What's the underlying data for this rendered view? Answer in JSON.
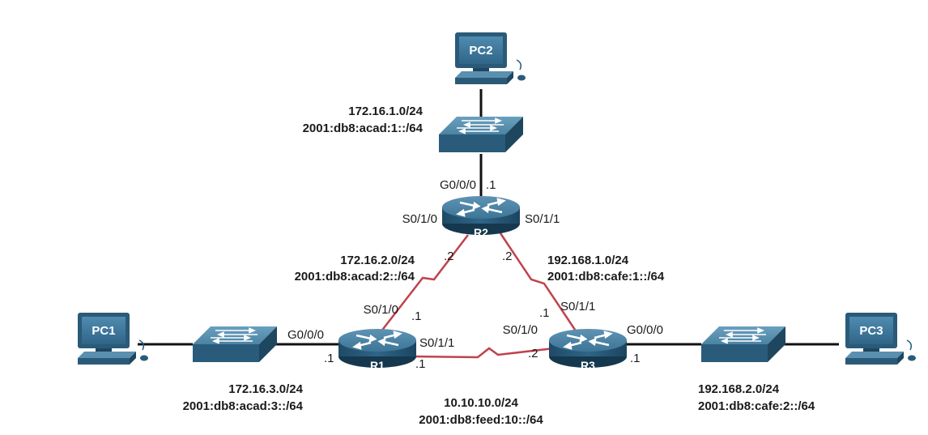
{
  "devices": {
    "pc1": "PC1",
    "pc2": "PC2",
    "pc3": "PC3",
    "r1": "R1",
    "r2": "R2",
    "r3": "R3"
  },
  "networks": {
    "pc2_lan": {
      "ipv4": "172.16.1.0/24",
      "ipv6": "2001:db8:acad:1::/64"
    },
    "r1_r2": {
      "ipv4": "172.16.2.0/24",
      "ipv6": "2001:db8:acad:2::/64"
    },
    "r2_r3": {
      "ipv4": "192.168.1.0/24",
      "ipv6": "2001:db8:cafe:1::/64"
    },
    "pc1_lan": {
      "ipv4": "172.16.3.0/24",
      "ipv6": "2001:db8:acad:3::/64"
    },
    "r1_r3": {
      "ipv4": "10.10.10.0/24",
      "ipv6": "2001:db8:feed:10::/64"
    },
    "pc3_lan": {
      "ipv4": "192.168.2.0/24",
      "ipv6": "2001:db8:cafe:2::/64"
    }
  },
  "interfaces": {
    "r2_g000": "G0/0/0",
    "r2_g000_host": ".1",
    "r2_s010": "S0/1/0",
    "r2_s011": "S0/1/1",
    "r2_s010_host": ".2",
    "r2_s011_host": ".2",
    "r1_s010": "S0/1/0",
    "r1_s010_host": ".1",
    "r1_g000": "G0/0/0",
    "r1_g000_host": ".1",
    "r1_s011": "S0/1/1",
    "r1_s011_host": ".1",
    "r3_s010": "S0/1/0",
    "r3_s010_host": ".2",
    "r3_s011": "S0/1/1",
    "r3_s011_host": ".1",
    "r3_g000": "G0/0/0",
    "r3_g000_host": ".1"
  },
  "colors": {
    "device_blue": "#3d6f8e",
    "serial_link": "#c0424e",
    "ethernet_link": "#111111"
  }
}
